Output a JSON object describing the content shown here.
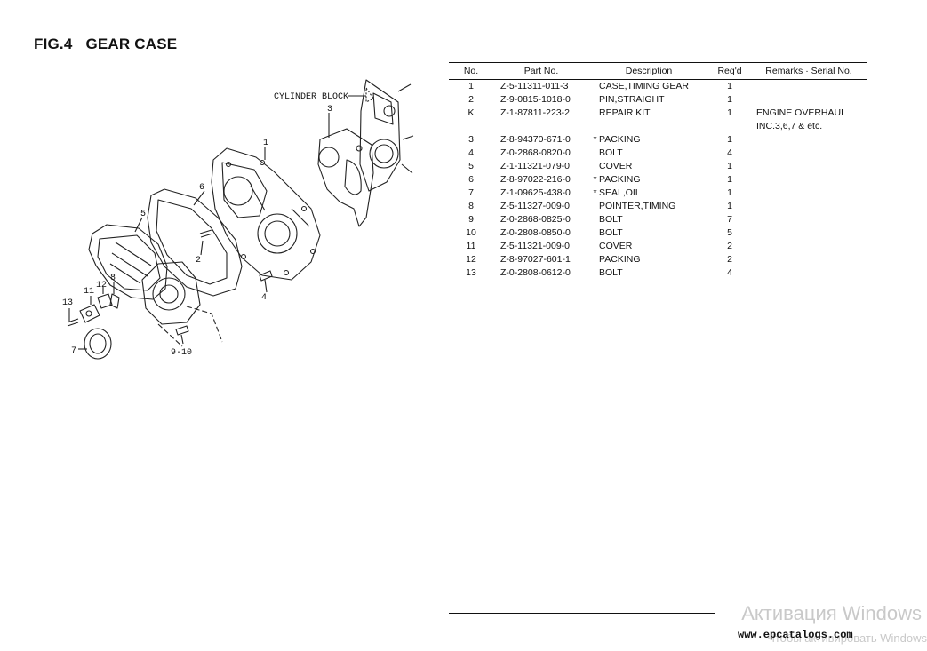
{
  "figure": {
    "number": "FIG.4",
    "title": "GEAR CASE"
  },
  "diagram": {
    "labels": {
      "cylinder_block": "CYLINDER BLOCK",
      "l1": "1",
      "l2": "2",
      "l3": "3",
      "l4": "4",
      "l5": "5",
      "l6": "6",
      "l7": "7",
      "l8": "8",
      "l9_10": "9·10",
      "l11": "11",
      "l12": "12",
      "l13": "13"
    }
  },
  "table": {
    "headers": {
      "no": "No.",
      "part_no": "Part No.",
      "description": "Description",
      "reqd": "Req'd",
      "remarks": "Remarks · Serial No."
    },
    "rows": [
      {
        "no": "1",
        "part": "Z-5-11311-011-3",
        "star": "",
        "desc": "CASE,TIMING GEAR",
        "req": "1",
        "rem": ""
      },
      {
        "no": "2",
        "part": "Z-9-0815-1018-0",
        "star": "",
        "desc": "PIN,STRAIGHT",
        "req": "1",
        "rem": ""
      },
      {
        "no": "K",
        "part": "Z-1-87811-223-2",
        "star": "",
        "desc": "REPAIR KIT",
        "req": "1",
        "rem": "ENGINE OVERHAUL"
      },
      {
        "no": "",
        "part": "",
        "star": "",
        "desc": "",
        "req": "",
        "rem": "INC.3,6,7 & etc."
      },
      {
        "no": "3",
        "part": "Z-8-94370-671-0",
        "star": "*",
        "desc": "PACKING",
        "req": "1",
        "rem": ""
      },
      {
        "no": "4",
        "part": "Z-0-2868-0820-0",
        "star": "",
        "desc": "BOLT",
        "req": "4",
        "rem": ""
      },
      {
        "no": "5",
        "part": "Z-1-11321-079-0",
        "star": "",
        "desc": "COVER",
        "req": "1",
        "rem": ""
      },
      {
        "no": "6",
        "part": "Z-8-97022-216-0",
        "star": "*",
        "desc": "PACKING",
        "req": "1",
        "rem": ""
      },
      {
        "no": "7",
        "part": "Z-1-09625-438-0",
        "star": "*",
        "desc": "SEAL,OIL",
        "req": "1",
        "rem": ""
      },
      {
        "no": "8",
        "part": "Z-5-11327-009-0",
        "star": "",
        "desc": "POINTER,TIMING",
        "req": "1",
        "rem": ""
      },
      {
        "no": "9",
        "part": "Z-0-2868-0825-0",
        "star": "",
        "desc": "BOLT",
        "req": "7",
        "rem": ""
      },
      {
        "no": "10",
        "part": "Z-0-2808-0850-0",
        "star": "",
        "desc": "BOLT",
        "req": "5",
        "rem": ""
      },
      {
        "no": "11",
        "part": "Z-5-11321-009-0",
        "star": "",
        "desc": "COVER",
        "req": "2",
        "rem": ""
      },
      {
        "no": "12",
        "part": "Z-8-97027-601-1",
        "star": "",
        "desc": "PACKING",
        "req": "2",
        "rem": ""
      },
      {
        "no": "13",
        "part": "Z-0-2808-0612-0",
        "star": "",
        "desc": "BOLT",
        "req": "4",
        "rem": ""
      }
    ]
  },
  "footer": {
    "watermark": "Активация Windows",
    "watermark_sub": "Чтобы активировать Windows",
    "site": "www.epcatalogs.com"
  }
}
